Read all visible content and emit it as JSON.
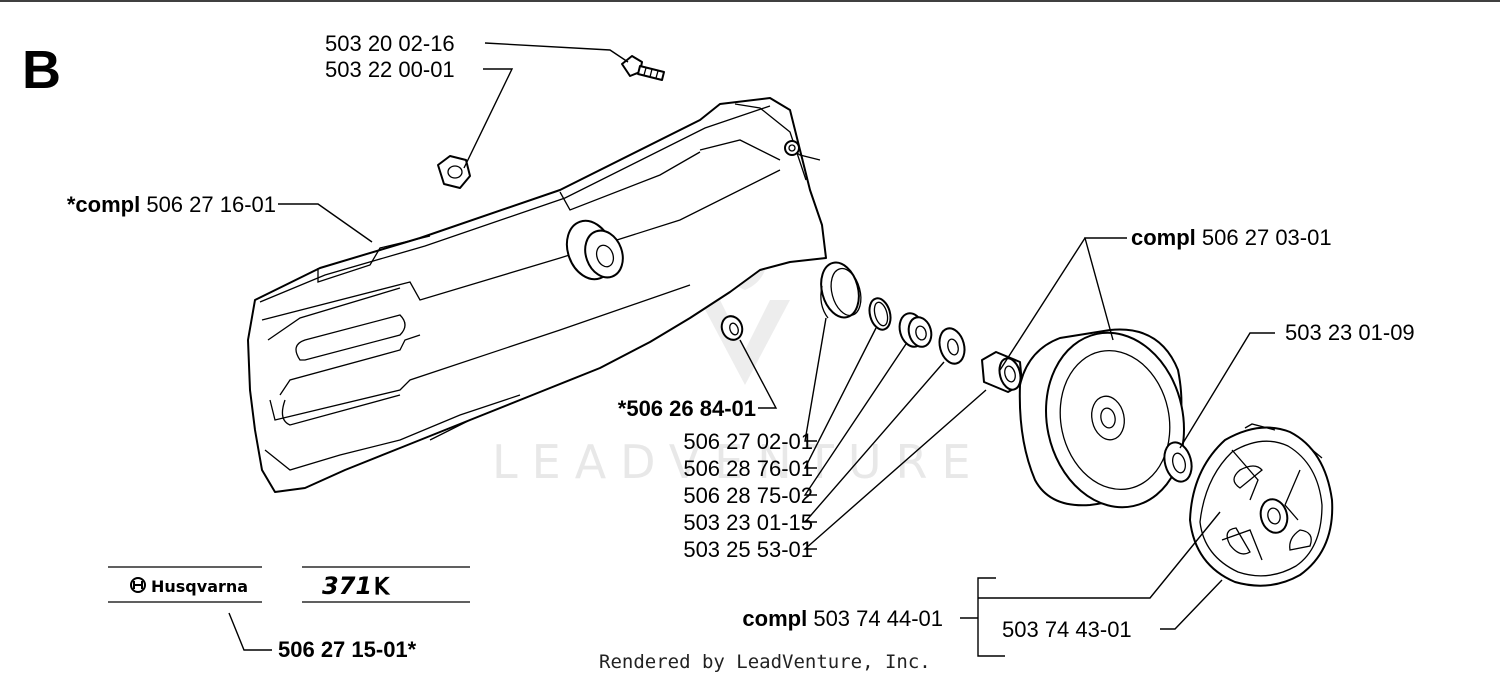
{
  "diagram": {
    "section_letter": "B",
    "watermark": "LEADVENTURE",
    "footer": "Rendered by LeadVenture, Inc.",
    "decals": {
      "brand": "Husqvarna",
      "model": "371",
      "model_suffix": "K"
    },
    "labels": {
      "p1": {
        "text": "503 20 02-16"
      },
      "p2": {
        "text": "503 22 00-01"
      },
      "p3": {
        "prefix": "*compl",
        "text": "506 27 16-01"
      },
      "p4": {
        "prefix": "compl",
        "text": "506 27 03-01"
      },
      "p5": {
        "text": "503 23 01-09"
      },
      "p6": {
        "text": "*506 26 84-01"
      },
      "p7": {
        "text": "506 27 02-01"
      },
      "p8": {
        "text": "506 28 76-01"
      },
      "p9": {
        "text": "506 28 75-02"
      },
      "p10": {
        "text": "503 23 01-15"
      },
      "p11": {
        "text": "503 25 53-01"
      },
      "p12": {
        "prefix": "compl",
        "text": "503 74 44-01"
      },
      "p13": {
        "text": "503 74 43-01"
      },
      "p14": {
        "text": "506 27 15-01*"
      }
    }
  }
}
